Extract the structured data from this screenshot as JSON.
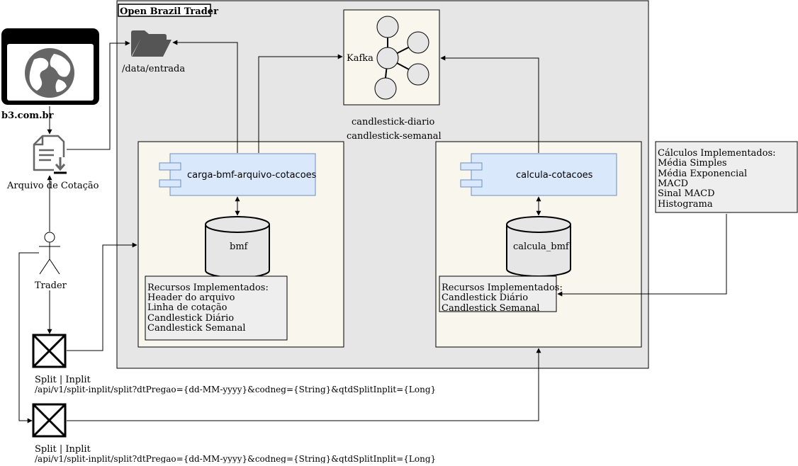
{
  "title": "Open Brazil Trader",
  "nodes": {
    "website": {
      "label": "b3.com.br",
      "icon": "globe-browser-icon"
    },
    "quote_file": {
      "label": "Arquivo de Cotação",
      "icon": "file-download-icon"
    },
    "trader": {
      "label": "Trader",
      "icon": "actor-icon"
    },
    "folder": {
      "label": "/data/entrada",
      "icon": "folder-icon"
    },
    "kafka": {
      "label": "Kafka",
      "topics": [
        "candlestick-diario",
        "candlestick-semanal"
      ]
    },
    "loader_component": {
      "label": "carga-bmf-arquivo-cotacoes"
    },
    "loader_db": {
      "label": "bmf"
    },
    "loader_features": {
      "lines": [
        "Recursos Implementados:",
        "Header do arquivo",
        "Linha de cotação",
        "Candlestick Diário",
        "Candlestick Semanal"
      ]
    },
    "calc_component": {
      "label": "calcula-cotacoes"
    },
    "calc_db": {
      "label": "calcula_bmf"
    },
    "calc_features": {
      "lines": [
        "Recursos Implementados:",
        "Candlestick Diário",
        "Candlestick Semanal"
      ]
    },
    "calc_note": {
      "lines": [
        "Cálculos Implementados:",
        "Média Simples",
        "Média Exponencial",
        "MACD",
        "Sinal MACD",
        "Histograma"
      ]
    },
    "split_endpoint_1": {
      "title": "Split | Inplit",
      "path": "/api/v1/split-inplit/split?dtPregao={dd-MM-yyyy}&codneg={String}&qtdSplitInplit={Long}"
    },
    "split_endpoint_2": {
      "title": "Split | Inplit",
      "path": "/api/v1/split-inplit/split?dtPregao={dd-MM-yyyy}&codneg={String}&qtdSplitInplit={Long}"
    }
  },
  "colors": {
    "container_bg": "#e6e6e6",
    "service_bg": "#f9f7ed",
    "component_fill": "#dae8fc",
    "component_stroke": "#6c8ebf",
    "db_fill": "#e6e6e6",
    "note_fill": "#eeeeee",
    "icon_dark": "#000000",
    "icon_grey": "#666666"
  }
}
